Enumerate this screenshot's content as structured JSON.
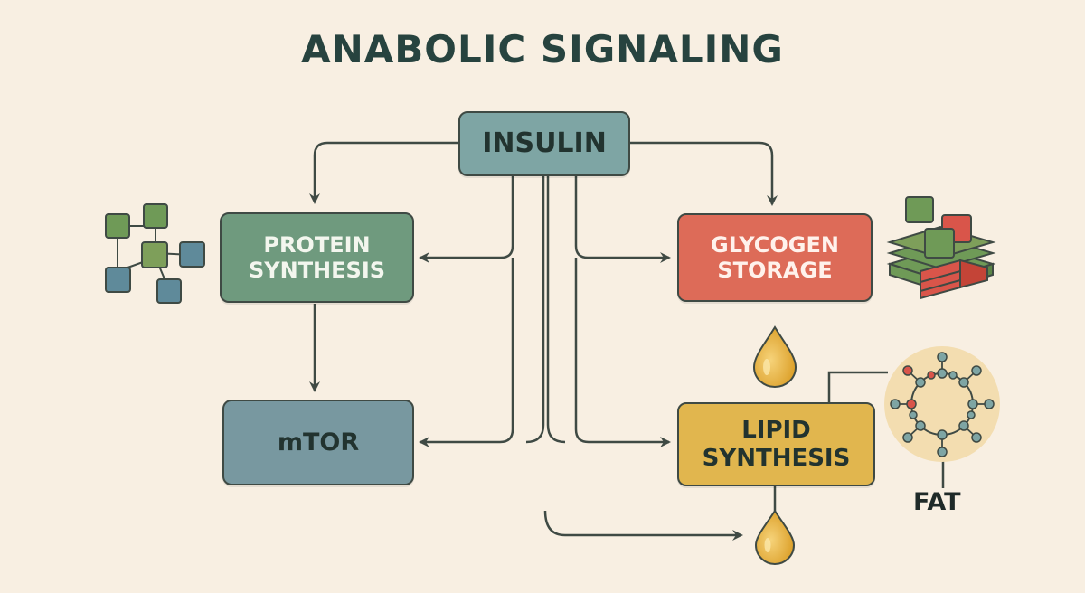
{
  "title": "ANABOLIC SIGNALING",
  "nodes": {
    "insulin": {
      "label": "INSULIN",
      "color": "#7ea5a4"
    },
    "protein": {
      "line1": "PROTEIN",
      "line2": "SYNTHESIS",
      "color": "#6f9a7e"
    },
    "glycogen": {
      "line1": "GLYCOGEN",
      "line2": "STORAGE",
      "color": "#dd6b58"
    },
    "mtor": {
      "label": "mTOR",
      "color": "#7898a0"
    },
    "lipid": {
      "line1": "LIPID",
      "line2": "SYNTHESIS",
      "color": "#e1b64e"
    }
  },
  "fat_label": "FAT",
  "colors": {
    "background": "#f8efe2",
    "line": "#3f4a44",
    "droplet": "#e6ad2c",
    "cube_green": "#6f9a57",
    "cube_teal": "#5f8a9a",
    "cube_red": "#d9554a",
    "molecule_bg": "#f3ddb0"
  },
  "icons": [
    "network-cluster-icon",
    "cube-stack-icon",
    "oil-droplet-icon",
    "lipid-molecule-icon"
  ]
}
